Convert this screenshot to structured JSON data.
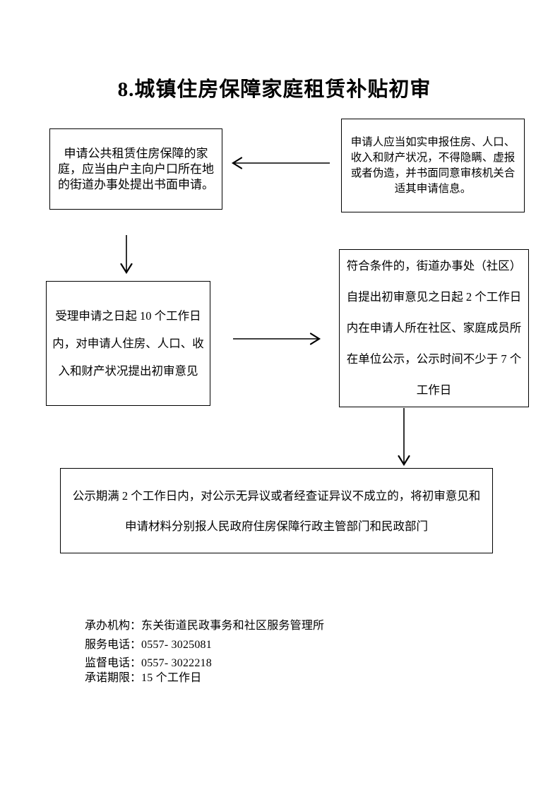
{
  "title": "8.城镇住房保障家庭租赁补贴初审",
  "flow": {
    "apply": {
      "text": "申请公共租赁住房保障的家庭，应当由户主向户口所在地的街道办事处提出书面申请。"
    },
    "declare": {
      "text": "申请人应当如实申报住房、人口、收入和财产状况，不得隐瞒、虚报或者伪造，并书面同意审核机关合适其申请信息。"
    },
    "review": {
      "text": "受理申请之日起 10 个工作日内，对申请人住房、人口、收入和财产状况提出初审意见"
    },
    "publicity": {
      "text": "符合条件的，街道办事处（社区）自提出初审意见之日起 2 个工作日内在申请人所在社区、家庭成员所在单位公示，公示时间不少于 7 个工作日"
    },
    "report": {
      "text": "公示期满 2 个工作日内，对公示无异议或者经查证异议不成立的，将初审意见和申请材料分别报人民政府住房保障行政主管部门和民政部门"
    }
  },
  "footer": {
    "agency_label": "承办机构：",
    "agency_value": "东关街道民政事务和社区服务管理所",
    "service_phone_label": "服务电话：",
    "service_phone_value": "0557- 3025081",
    "supervise_phone_label": "监督电话：",
    "supervise_phone_value": "0557- 3022218",
    "deadline_label": "承诺期限：",
    "deadline_value": "15 个工作日"
  },
  "colors": {
    "ink": "#000000",
    "page_bg": "#ffffff"
  }
}
